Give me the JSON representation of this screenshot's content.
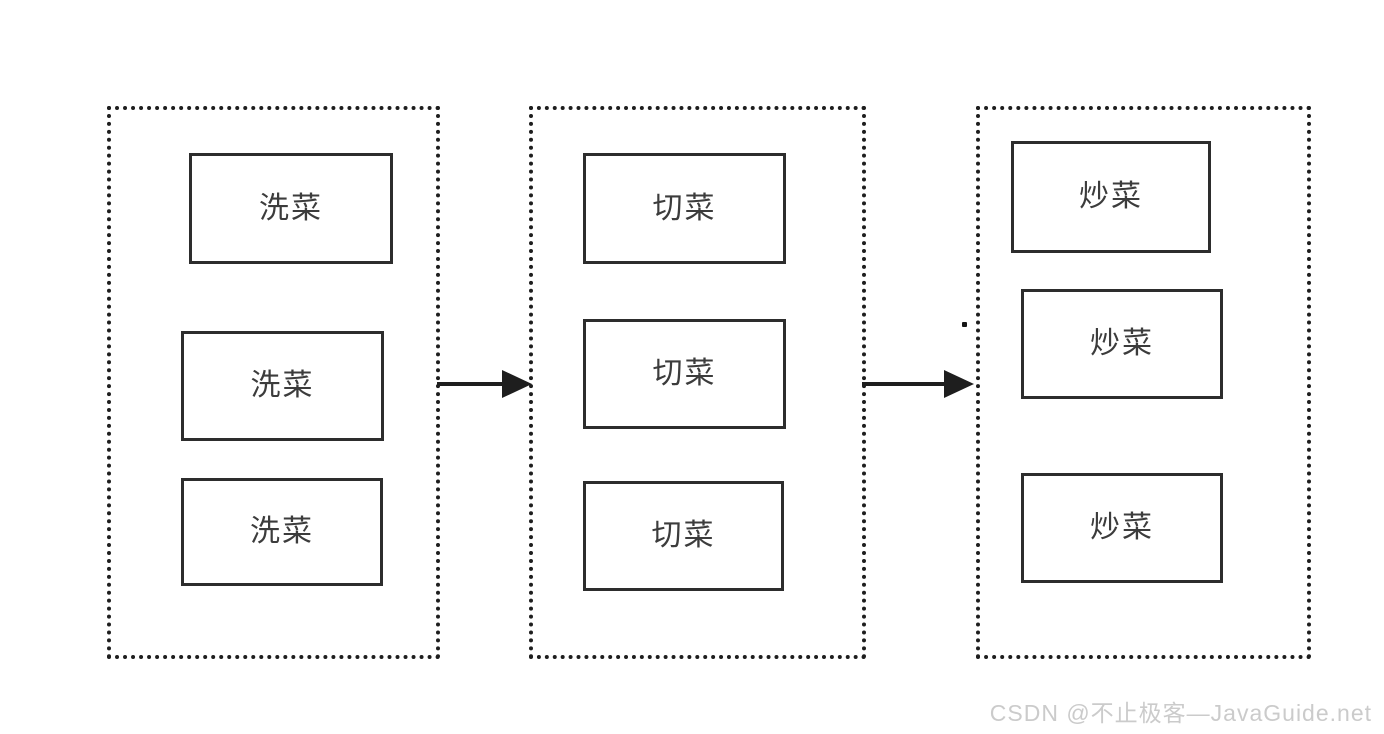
{
  "diagram": {
    "description": "three-stage cooking pipeline with parallel tasks per stage",
    "stages": [
      {
        "id": "wash",
        "boxes": [
          "洗菜",
          "洗菜",
          "洗菜"
        ]
      },
      {
        "id": "cut",
        "boxes": [
          "切菜",
          "切菜",
          "切菜"
        ]
      },
      {
        "id": "fry",
        "boxes": [
          "炒菜",
          "炒菜",
          "炒菜"
        ]
      }
    ],
    "arrows": [
      {
        "from": "wash",
        "to": "cut"
      },
      {
        "from": "cut",
        "to": "fry"
      }
    ]
  },
  "watermark": "CSDN @不止极客—JavaGuide.net",
  "colors": {
    "background": "#ffffff",
    "box_border": "#2d2d2d",
    "stage_border": "#1e1e1e",
    "text": "#3c3c3c",
    "arrow": "#1e1e1e",
    "watermark": "#cbcbcb"
  }
}
